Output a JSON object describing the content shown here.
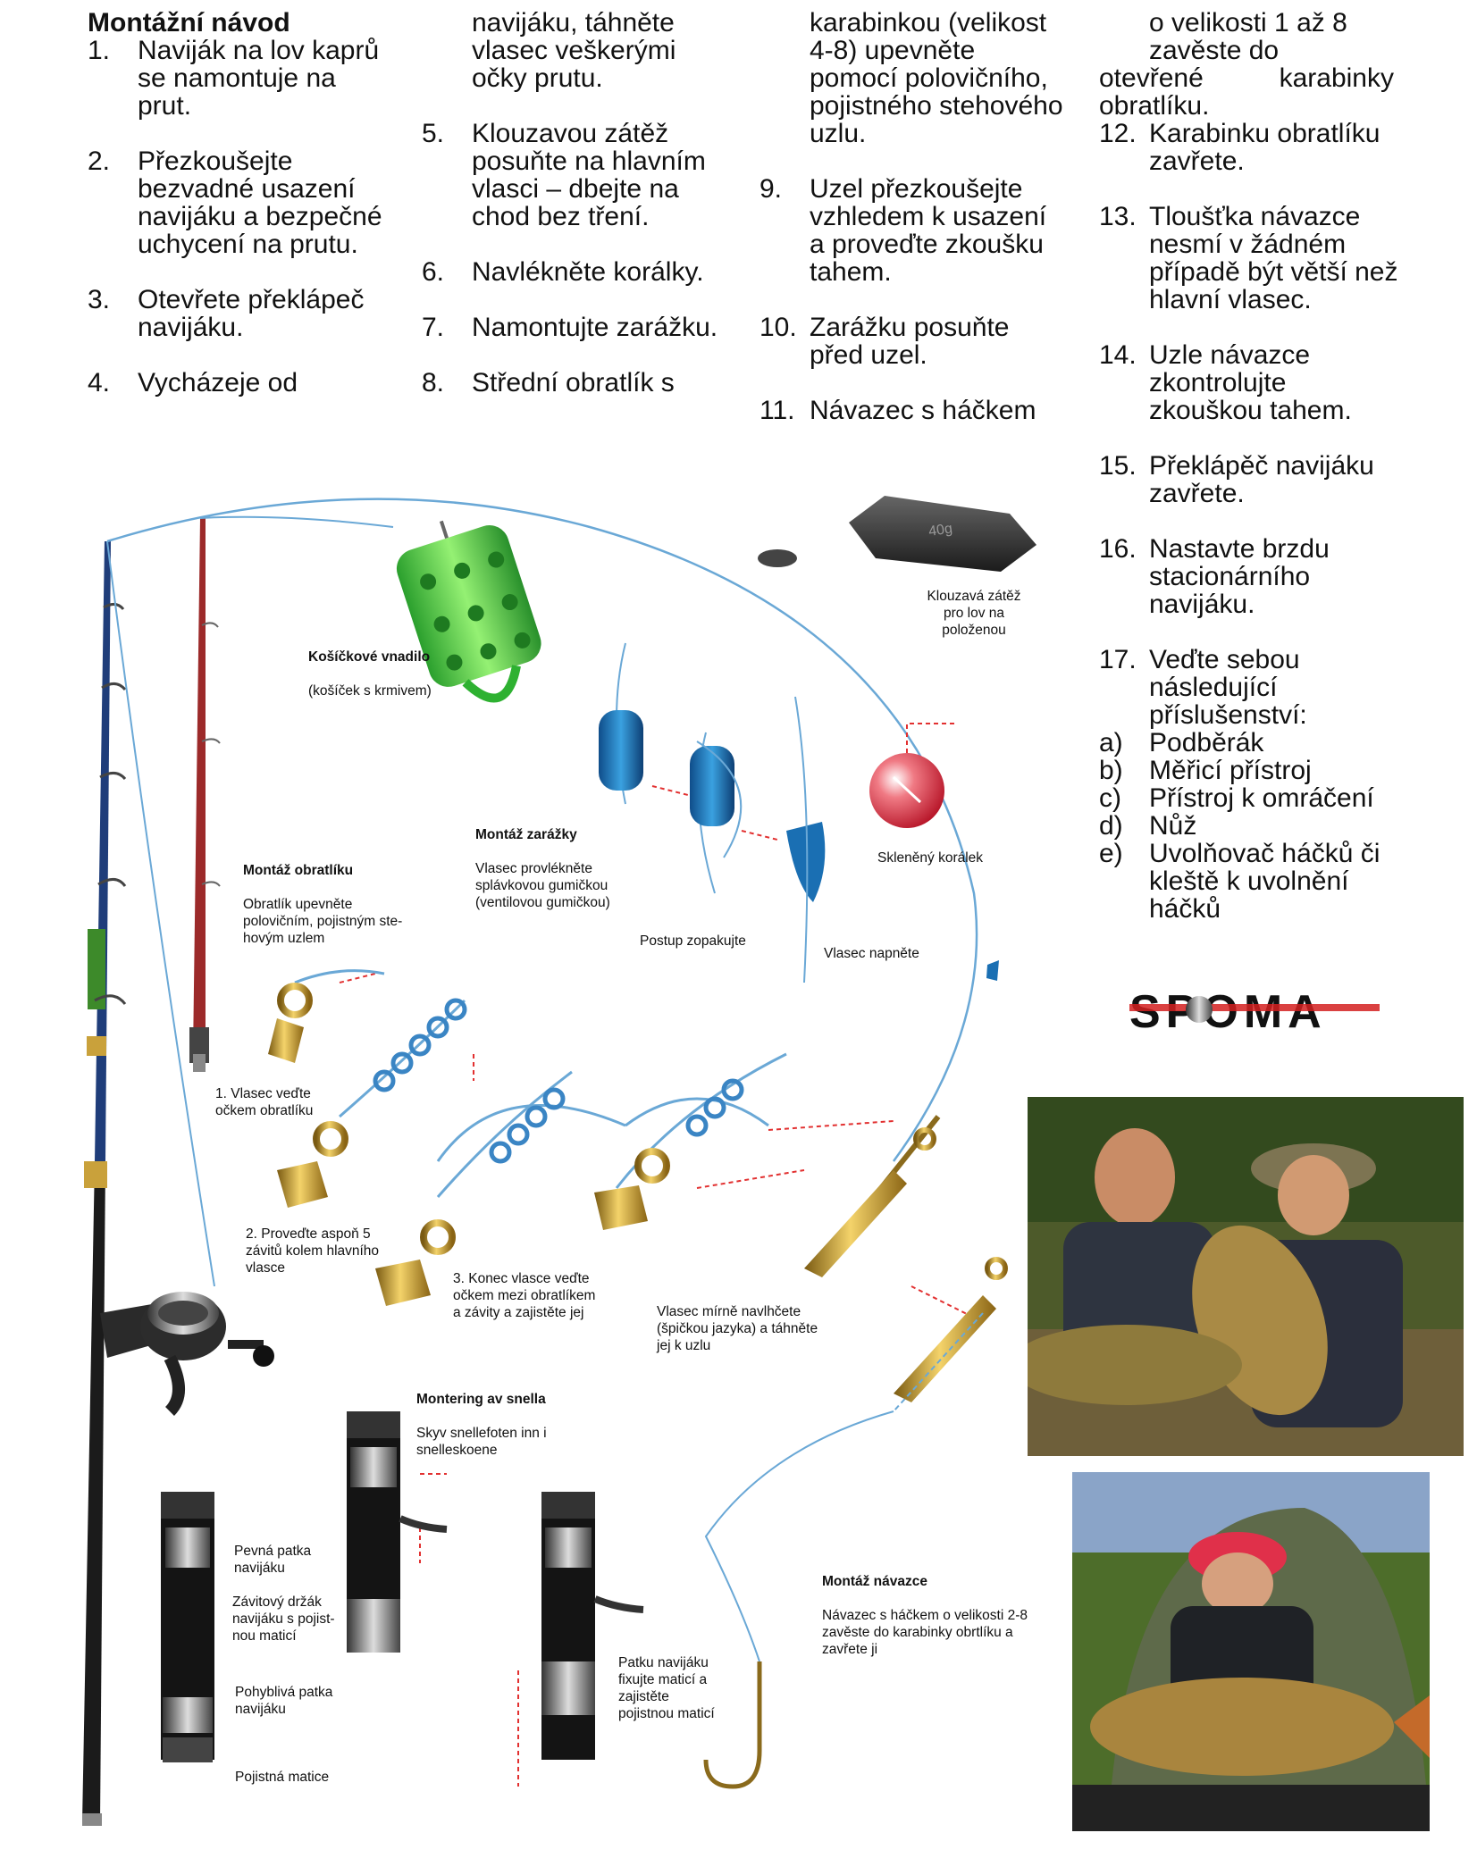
{
  "instructions": {
    "title": "Montážní návod",
    "col1": [
      {
        "num": "1.",
        "text": "Naviják na lov kaprů se namontuje na prut."
      },
      {
        "num": "2.",
        "text": "Přezkoušejte bezvadné usazení navijáku a bezpečné uchycení na prutu."
      },
      {
        "num": "3.",
        "text": "Otevřete překlápeč navijáku."
      },
      {
        "num": "4.",
        "text": "Vycházeje od"
      }
    ],
    "col2_continuation": "navijáku, táhněte vlasec veškerými očky prutu.",
    "col2": [
      {
        "num": "5.",
        "text": "Klouzavou zátěž posuňte na hlavním vlasci – dbejte na chod bez tření."
      },
      {
        "num": "6.",
        "text": "Navlékněte korálky."
      },
      {
        "num": "7.",
        "text": "Namontujte zarážku."
      },
      {
        "num": "8.",
        "text": "Střední obratlík s"
      }
    ],
    "col3_continuation": "karabinkou (velikost 4-8) upevněte pomocí polovičního, pojistného stehového uzlu.",
    "col3": [
      {
        "num": "9.",
        "text": "Uzel přezkoušejte vzhledem k usazení a proveďte zkoušku tahem."
      },
      {
        "num": "10.",
        "text": "Zarážku posuňte před uzel."
      },
      {
        "num": "11.",
        "text": "Návazec s háčkem"
      }
    ],
    "col4_continuation_a": "o velikosti 1 až 8 zavěste do",
    "col4_continuation_b": "otevřené karabinky obratlíku.",
    "col4": [
      {
        "num": "12.",
        "text": "Karabinku obratlíku zavřete."
      },
      {
        "num": "13.",
        "text": "Tloušťka návazce nesmí v žádném případě být větší než hlavní vlasec."
      },
      {
        "num": "14.",
        "text": "Uzle návazce zkontrolujte zkouškou tahem."
      },
      {
        "num": "15.",
        "text": "Překlápěč navijáku zavřete."
      },
      {
        "num": "16.",
        "text": "Nastavte brzdu stacionárního navijáku."
      },
      {
        "num": "17.",
        "text": "Veďte sebou následující příslušenství:"
      }
    ],
    "accessories": [
      {
        "num": "a)",
        "text": "Podběrák"
      },
      {
        "num": "b)",
        "text": "Měřicí přístroj"
      },
      {
        "num": "c)",
        "text": "Přístroj k omráčení"
      },
      {
        "num": "d)",
        "text": "Nůž"
      },
      {
        "num": "e)",
        "text": "Uvolňovač háčků či kleště k uvolnění háčků"
      }
    ]
  },
  "diagram": {
    "feeder_title": "Košíčkové vnadilo",
    "feeder_sub": "(košíček s krmivem)",
    "weight_label": "Klouzavá zátěž\npro lov na\npoloženou",
    "weight_mark": "40g",
    "stop_title": "Montáž zarážky",
    "stop_sub": "Vlasec provlékněte\nsplávkovou gumičkou\n(ventilovou gumičkou)",
    "glass_bead": "Skleněný korálek",
    "repeat": "Postup zopakujte",
    "tighten": "Vlasec napněte",
    "swivel_title": "Montáž obratlíku",
    "swivel_sub": "Obratlík upevněte\npolovičním, pojistným ste-\nhovým uzlem",
    "step1": "1. Vlasec veďte\nočkem obratlíku",
    "step2": "2. Proveďte aspoň 5\nzávitů kolem hlavního\nvlasce",
    "step3": "3. Konec vlasce veďte\nočkem mezi obratlíkem\na závity a zajistěte jej",
    "pull": "Vlasec mírně navlhčete\n(špičkou jazyka) a táhněte\njej k uzlu",
    "snell_title": "Montering av snella",
    "snell_sub": "Skyv snellefoten inn i\nsnelleskoene",
    "fixed_foot": "Pevná patka\nnavijáku",
    "thread_holder": "Závitový držák\nnavijáku s pojist-\nnou maticí",
    "moving_foot": "Pohyblivá patka\nnavijáku",
    "lock_nut": "Pojistná matice",
    "foot_fix": "Patku navijáku\nfixujte maticí a\nzajistěte\npojistnou maticí",
    "leader_title": "Montáž návazce",
    "leader_sub": "Návazec s háčkem o velikosti 2-8\nzavěste do karabinky obrtlíku a\nzavřete ji"
  },
  "brand": {
    "logo_text": "SPOMA"
  },
  "colors": {
    "line": "#6aa8d6",
    "rod_blue": "#1f3d7a",
    "rod_red": "#9c2a2a",
    "feeder_green": "#39c43a",
    "brass": "#c9a13b",
    "bead_red": "#e6424f",
    "arrow_red": "#e23030",
    "logo_red": "#d32020"
  }
}
